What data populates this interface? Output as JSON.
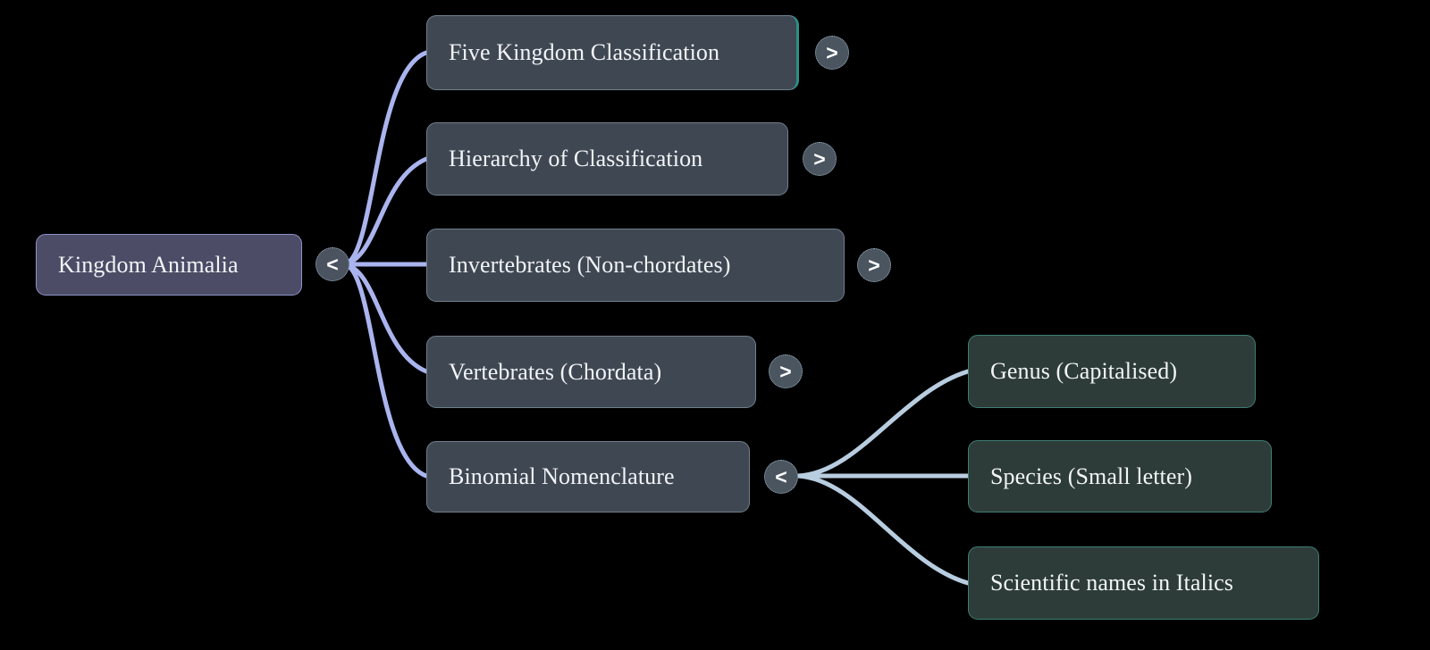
{
  "diagram": {
    "title": "Kingdom Animalia mind map",
    "background_color": "#000000",
    "edge_color_left": "#aab4ee",
    "edge_color_right": "#b8cde0",
    "root_fill": "#4c4c66",
    "branch_fill": "#3f4852",
    "leaf_fill": "#2d3c38",
    "toggle_fill": "#4a5560",
    "accent_teal": "#2c8f88"
  },
  "root": {
    "label": "Kingdom Animalia",
    "toggle": {
      "glyph": "<",
      "state": "expanded",
      "name": "collapse-toggle-root"
    }
  },
  "branches": [
    {
      "label": "Five Kingdom Classification",
      "toggle": {
        "glyph": ">",
        "state": "collapsed"
      },
      "accent": true
    },
    {
      "label": "Hierarchy of Classification",
      "toggle": {
        "glyph": ">",
        "state": "collapsed"
      },
      "accent": false
    },
    {
      "label": "Invertebrates (Non-chordates)",
      "toggle": {
        "glyph": ">",
        "state": "collapsed"
      },
      "accent": false
    },
    {
      "label": "Vertebrates (Chordata)",
      "toggle": {
        "glyph": ">",
        "state": "collapsed"
      },
      "accent": false
    },
    {
      "label": "Binomial Nomenclature",
      "toggle": {
        "glyph": "<",
        "state": "expanded"
      },
      "accent": false
    }
  ],
  "leaves": [
    {
      "label": "Genus (Capitalised)"
    },
    {
      "label": "Species (Small letter)"
    },
    {
      "label": "Scientific names in Italics"
    }
  ]
}
